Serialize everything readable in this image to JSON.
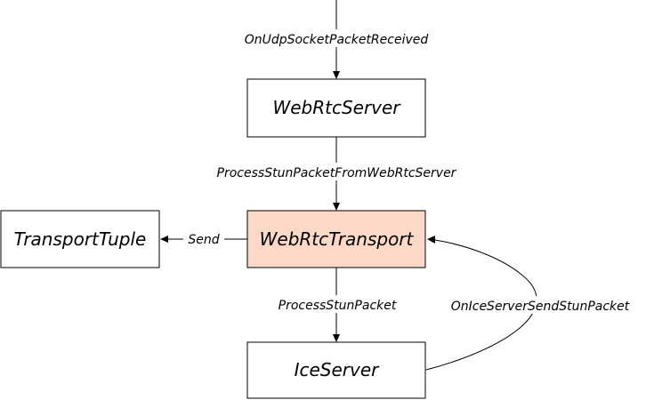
{
  "nodes": {
    "webrtc_server": {
      "label": "WebRtcServer",
      "fill": "#ffffff"
    },
    "webrtc_transport": {
      "label": "WebRtcTransport",
      "fill": "#fbd9c6"
    },
    "transport_tuple": {
      "label": "TransportTuple",
      "fill": "#ffffff"
    },
    "ice_server": {
      "label": "IceServer",
      "fill": "#ffffff"
    }
  },
  "edges": {
    "udp_received": {
      "label": "OnUdpSocketPacketReceived"
    },
    "process_from_server": {
      "label": "ProcessStunPacketFromWebRtcServer"
    },
    "send": {
      "label": "Send"
    },
    "process_stun": {
      "label": "ProcessStunPacket"
    },
    "ice_send": {
      "label": "OnIceServerSendStunPacket"
    }
  },
  "colors": {
    "stroke": "#000000",
    "background": "#ffffff",
    "highlight": "#fbd9c6"
  }
}
